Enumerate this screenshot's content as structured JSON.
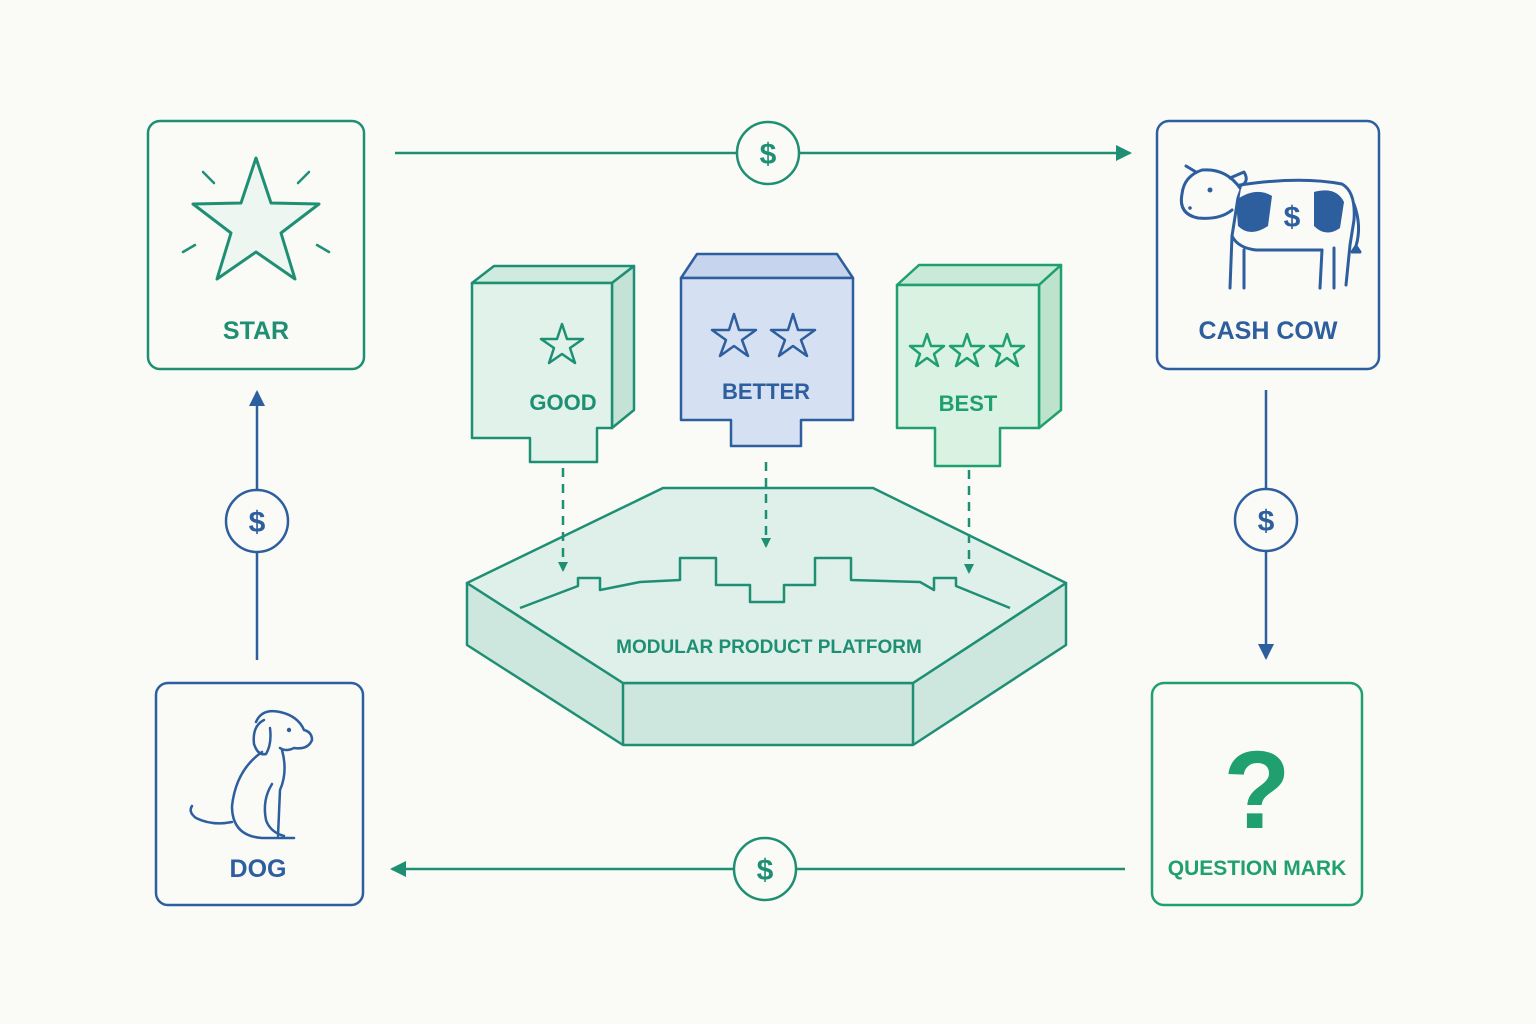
{
  "colors": {
    "background": "#fafaf6",
    "green": "#1f8f74",
    "green_bright": "#1fa06e",
    "blue": "#2d5e9e",
    "platform_fill": "#dff0ea",
    "platform_side": "#cde6de",
    "good_fill": "#e0f2ea",
    "better_fill": "#d6e0f3",
    "best_fill": "#d9f2e2",
    "icon_fill": "#eef6f2"
  },
  "quadrants": {
    "star": {
      "label": "STAR",
      "icon": "star-icon"
    },
    "cash_cow": {
      "label": "CASH COW",
      "icon": "cow-icon"
    },
    "question_mark": {
      "label": "QUESTION MARK",
      "icon": "question-mark-icon",
      "glyph": "?"
    },
    "dog": {
      "label": "DOG",
      "icon": "dog-icon"
    }
  },
  "flows": {
    "symbol": "$",
    "sequence": [
      "STAR",
      "CASH COW",
      "QUESTION MARK",
      "DOG"
    ]
  },
  "modules": [
    {
      "label": "GOOD",
      "stars": 1
    },
    {
      "label": "BETTER",
      "stars": 2
    },
    {
      "label": "BEST",
      "stars": 3
    }
  ],
  "platform": {
    "label": "MODULAR PRODUCT PLATFORM"
  }
}
